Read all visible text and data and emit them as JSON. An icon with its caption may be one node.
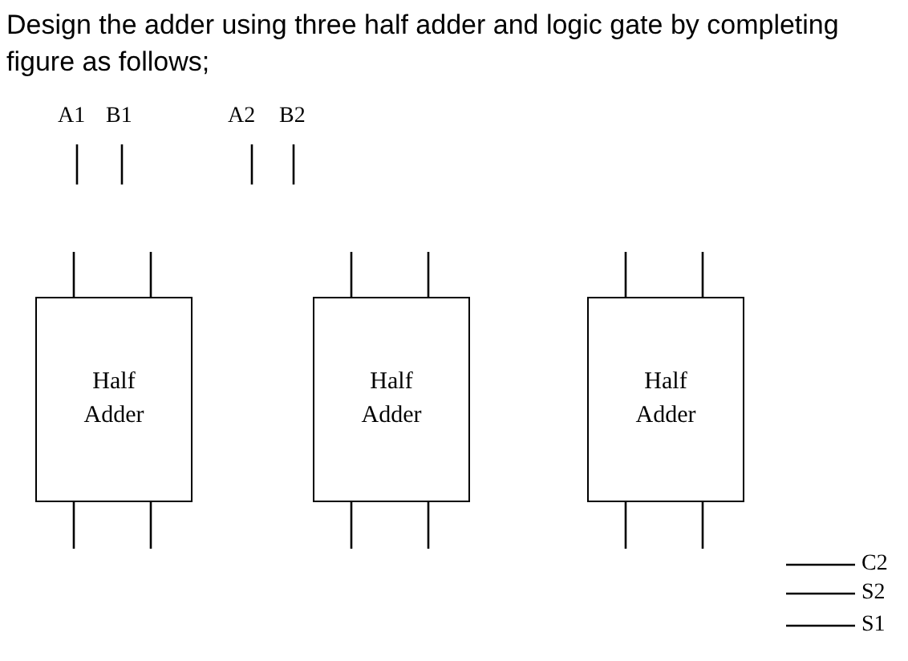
{
  "diagram": {
    "title": "Design the adder using three half adder and logic gate by completing figure as follows;",
    "nodes": [
      {
        "text": [
          "Half Adder"
        ]
      },
      {
        "text": [
          "Half Adder"
        ]
      },
      {
        "text": [
          "Half Adder"
        ]
      }
    ],
    "edges": [],
    "labels": [
      "A1",
      "B1",
      "A2",
      "B2",
      "C2",
      "S2",
      "S1"
    ]
  }
}
